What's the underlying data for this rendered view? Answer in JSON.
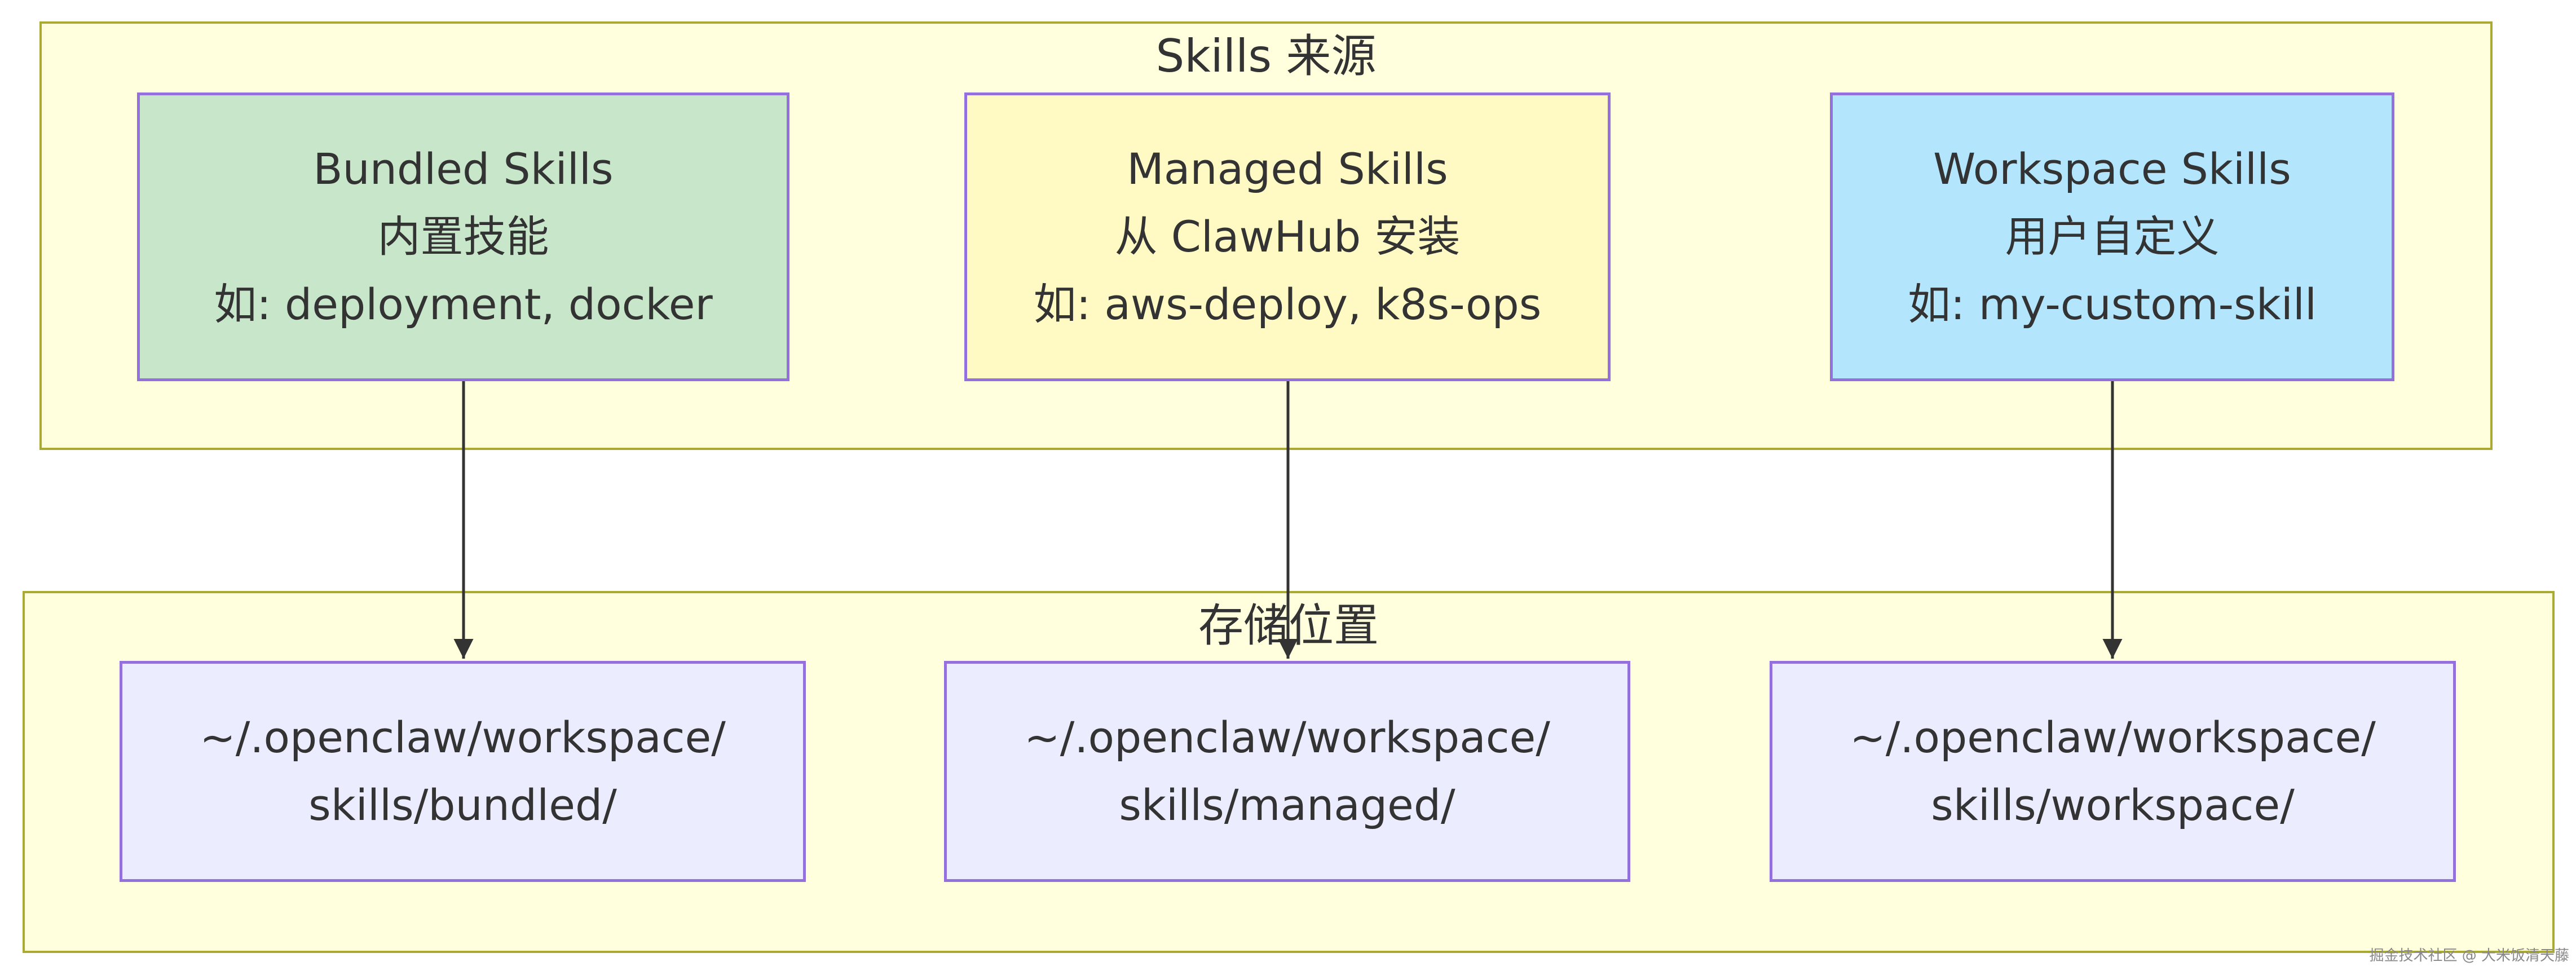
{
  "colors": {
    "cluster_fill": "#ffffde",
    "cluster_border": "#aaaa33",
    "node_border": "#9370db",
    "bundled_fill": "#c8e6c9",
    "managed_fill": "#fff9c4",
    "workspace_fill": "#b3e5fc",
    "storage_fill": "#ececff",
    "edge": "#333333",
    "text": "#333333"
  },
  "clusters": {
    "sources": {
      "title": "Skills 来源"
    },
    "storage": {
      "title": "存储位置"
    }
  },
  "nodes": {
    "bundled": {
      "line1": "Bundled Skills",
      "line2": "内置技能",
      "line3": "如: deployment, docker"
    },
    "managed": {
      "line1": "Managed Skills",
      "line2": "从 ClawHub 安装",
      "line3": "如: aws-deploy, k8s-ops"
    },
    "workspace": {
      "line1": "Workspace Skills",
      "line2": "用户自定义",
      "line3": "如: my-custom-skill"
    },
    "bundled_path": {
      "line1": "~/.openclaw/workspace/",
      "line2": "skills/bundled/"
    },
    "managed_path": {
      "line1": "~/.openclaw/workspace/",
      "line2": "skills/managed/"
    },
    "workspace_path": {
      "line1": "~/.openclaw/workspace/",
      "line2": "skills/workspace/"
    }
  },
  "edges": [
    {
      "from": "bundled",
      "to": "bundled_path"
    },
    {
      "from": "managed",
      "to": "managed_path"
    },
    {
      "from": "workspace",
      "to": "workspace_path"
    }
  ],
  "watermark": "掘金技术社区 @ 大米饭清天藤"
}
